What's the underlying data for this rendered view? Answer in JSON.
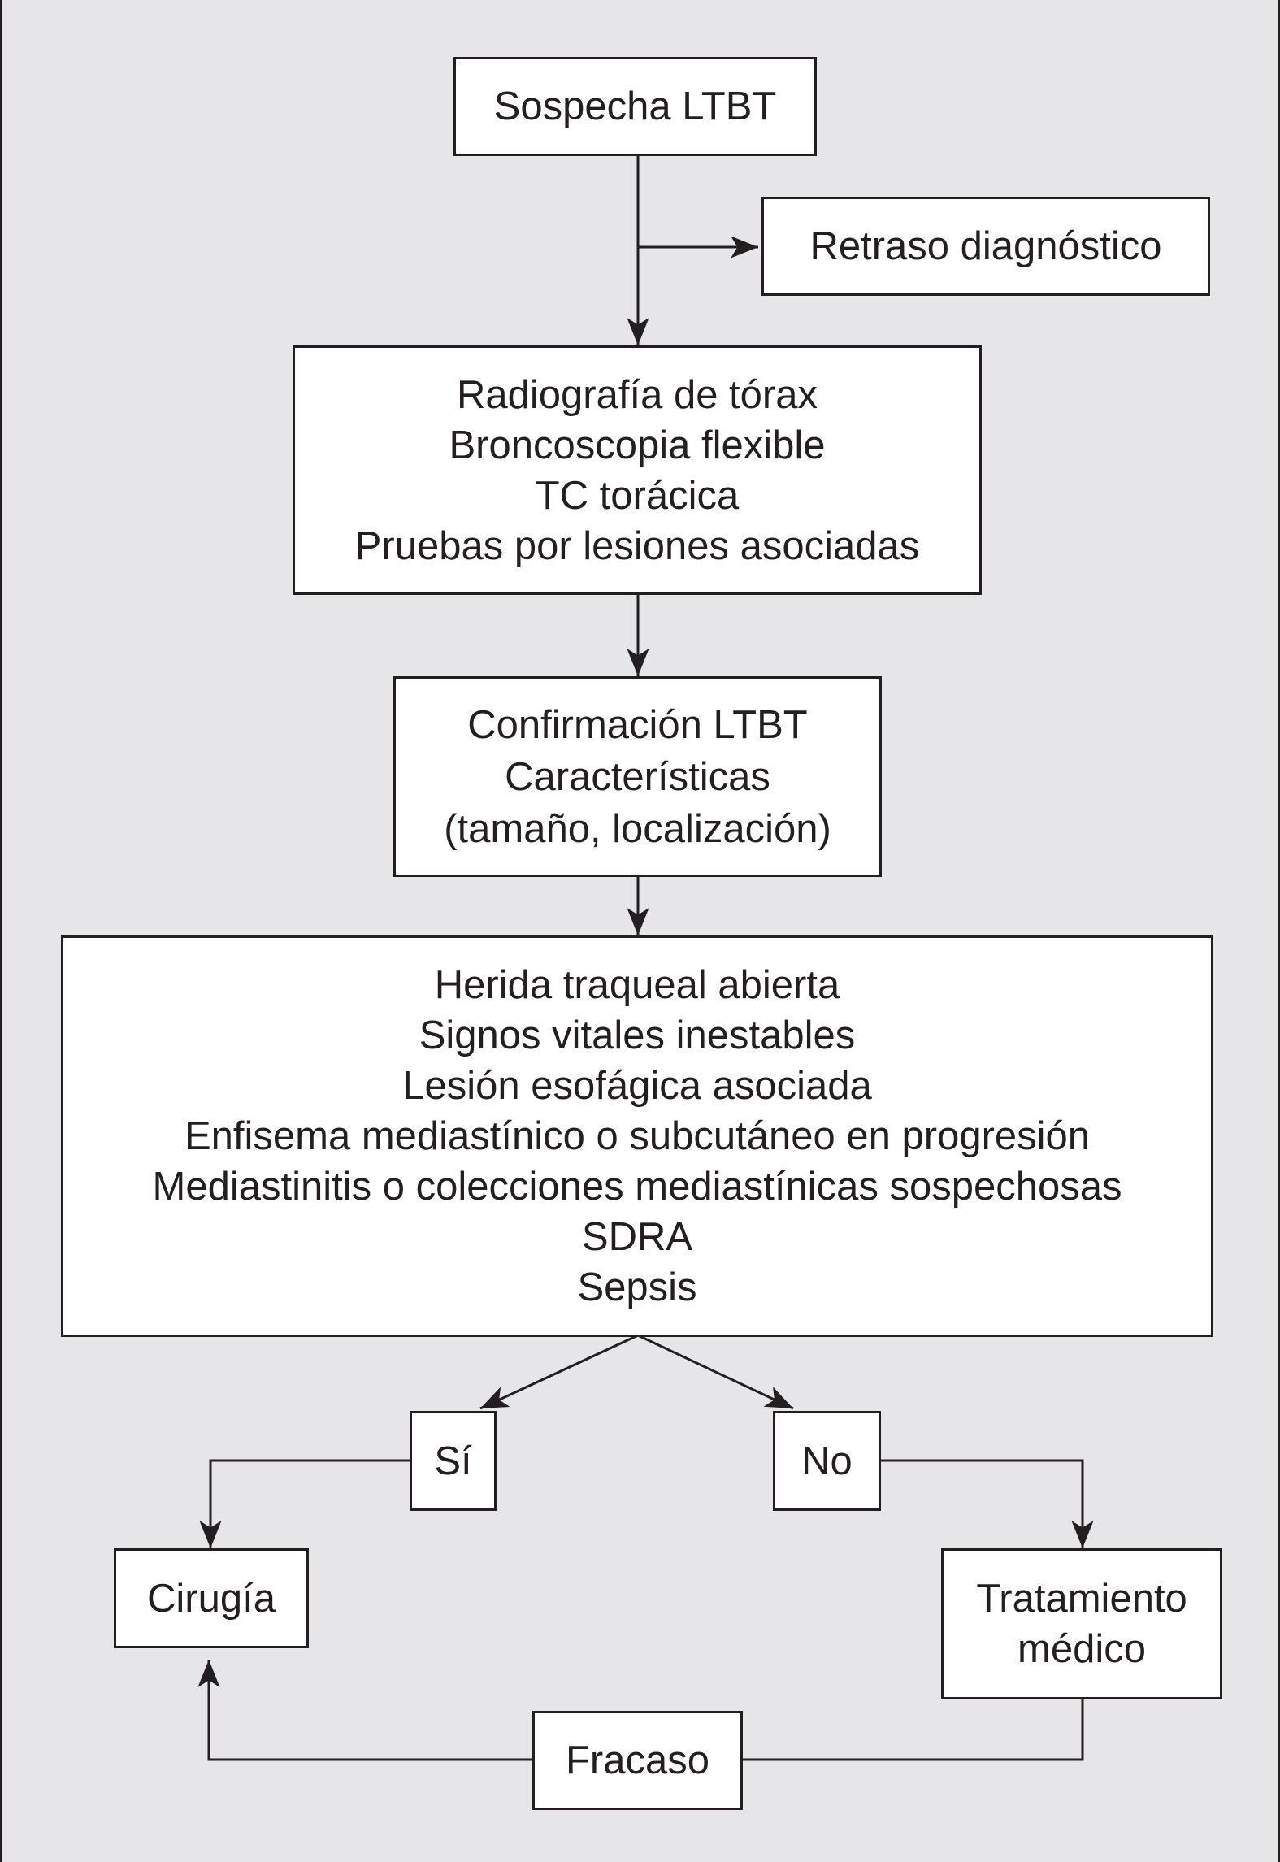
{
  "diagram": {
    "suspicion": "Sospecha LTBT",
    "delay": "Retraso diagnóstico",
    "tests": [
      "Radiografía de tórax",
      "Broncoscopia flexible",
      "TC torácica",
      "Pruebas por lesiones asociadas"
    ],
    "confirmation": [
      "Confirmación LTBT",
      "Características",
      "(tamaño, localización)"
    ],
    "criteria": [
      "Herida traqueal abierta",
      "Signos vitales inestables",
      "Lesión esofágica asociada",
      "Enfisema mediastínico o subcutáneo en progresión",
      "Mediastinitis o colecciones mediastínicas sospechosas",
      "SDRA",
      "Sepsis"
    ],
    "yes": "Sí",
    "no": "No",
    "surgery": "Cirugía",
    "medical": [
      "Tratamiento",
      "médico"
    ],
    "failure": "Fracaso"
  },
  "colors": {
    "background": "#e6e6e8",
    "box": "#ffffff",
    "line": "#231f20"
  }
}
